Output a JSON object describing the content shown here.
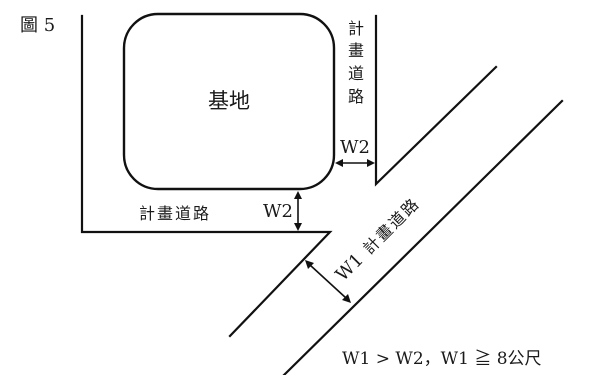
{
  "figure": {
    "label": "圖 5"
  },
  "site": {
    "label": "基地"
  },
  "roads": {
    "vertical_label": [
      "計",
      "畫",
      "道",
      "路"
    ],
    "horizontal_label": "計畫道路",
    "diagonal_label": "計畫道路"
  },
  "widths": {
    "w1": "W1",
    "w2_vertical": "W2",
    "w2_horizontal": "W2"
  },
  "condition": {
    "text": "W1 > W2，W1 ≧ 8公尺"
  }
}
